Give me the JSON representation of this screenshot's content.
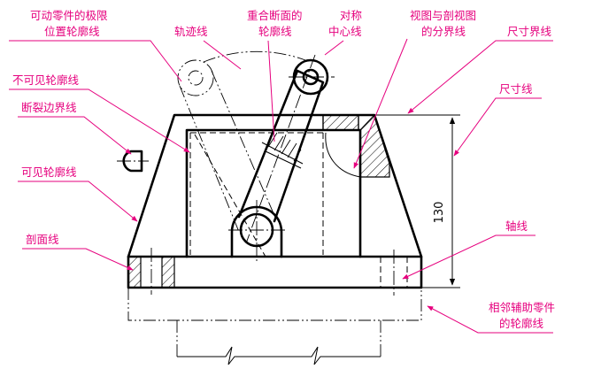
{
  "labels": {
    "movable_part_limit": [
      "可动零件的极限",
      "位置轮廓线"
    ],
    "trajectory": "轨迹线",
    "coincident_section": [
      "重合断面的",
      "轮廓线"
    ],
    "symmetry_center": [
      "对称",
      "中心线"
    ],
    "view_section_boundary": [
      "视图与剖视图",
      "的分界线"
    ],
    "extension_line": "尺寸界线",
    "dimension_line": "尺寸线",
    "invisible_outline": "不可见轮廓线",
    "break_boundary": "断裂边界线",
    "visible_outline": "可见轮廓线",
    "section_line": "剖面线",
    "axis_line": "轴线",
    "adjacent_part": [
      "相邻辅助零件",
      "的轮廓线"
    ]
  },
  "dimension_value": "130",
  "colors": {
    "annotation": "#e6007e",
    "drawing": "#000000"
  }
}
